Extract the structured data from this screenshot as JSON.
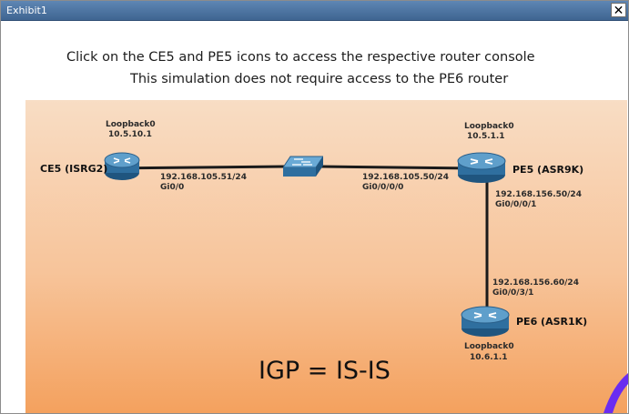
{
  "window": {
    "title": "Exhibit1",
    "close_glyph": "✕"
  },
  "instructions": {
    "line1": "Click on the CE5 and PE5 icons to access the respective router console",
    "line2": "This simulation does not require access to the PE6 router"
  },
  "topology": {
    "ce5": {
      "name": "CE5 (ISRG2)",
      "loopback_label": "Loopback0",
      "loopback_ip": "10.5.10.1",
      "link_ip": "192.168.105.51/24",
      "interface": "Gi0/0",
      "icon": "router-icon"
    },
    "switch": {
      "icon": "switch-icon"
    },
    "pe5": {
      "name": "PE5 (ASR9K)",
      "loopback_label": "Loopback0",
      "loopback_ip": "10.5.1.1",
      "link_ip_ce": "192.168.105.50/24",
      "interface_ce": "Gi0/0/0/0",
      "link_ip_pe6": "192.168.156.50/24",
      "interface_pe6": "Gi0/0/0/1",
      "icon": "router-icon"
    },
    "pe6": {
      "name": "PE6 (ASR1K)",
      "loopback_label": "Loopback0",
      "loopback_ip": "10.6.1.1",
      "link_ip": "192.168.156.60/24",
      "interface": "Gi0/0/3/1",
      "icon": "router-icon"
    },
    "igp_text": "IGP = IS-IS"
  },
  "colors": {
    "titlebar": "#4a71a0",
    "router_blue": "#2f6f9f",
    "canvas_top": "#f8ddc4",
    "canvas_bottom": "#f4a15e",
    "link": "#1a1a1a"
  }
}
